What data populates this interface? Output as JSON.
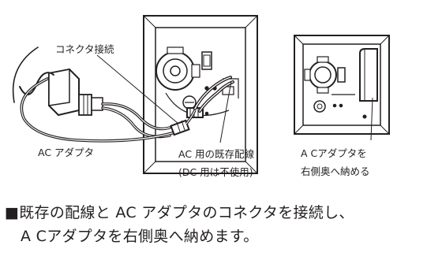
{
  "labels": {
    "connector": "コネクタ接続",
    "ac_adapter": "AC アダプタ",
    "existing_wiring": "AC 用の既存配線",
    "dc_unused": "(DC 用は不使用)",
    "store_line1": "A Cアダプタを",
    "store_line2": "右側奥へ納める"
  },
  "instruction": {
    "line1": "■既存の配線と AC アダプタのコネクタを接続し、",
    "line2": "A Cアダプタを右側奥へ納めます。"
  }
}
